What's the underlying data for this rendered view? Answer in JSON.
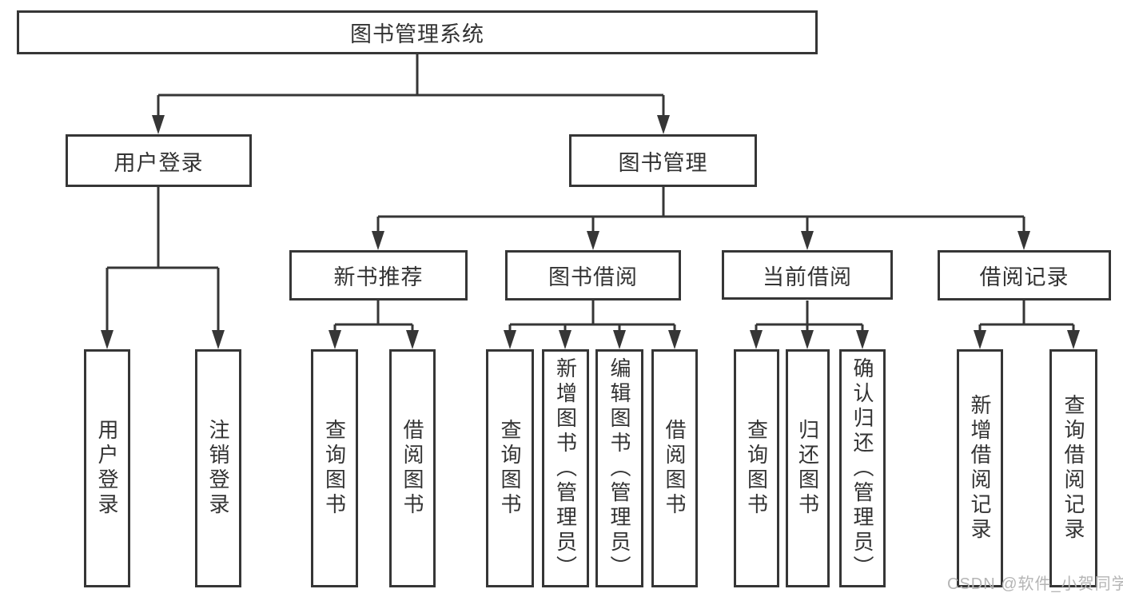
{
  "diagram": {
    "root": {
      "label": "图书管理系统",
      "children": [
        {
          "label": "用户登录",
          "children": [
            {
              "label": "用户登录"
            },
            {
              "label": "注销登录"
            }
          ]
        },
        {
          "label": "图书管理",
          "children": [
            {
              "label": "新书推荐",
              "children": [
                {
                  "label": "查询图书"
                },
                {
                  "label": "借阅图书"
                }
              ]
            },
            {
              "label": "图书借阅",
              "children": [
                {
                  "label": "查询图书"
                },
                {
                  "label": "新增图书（管理员）"
                },
                {
                  "label": "编辑图书（管理员）"
                },
                {
                  "label": "借阅图书"
                }
              ]
            },
            {
              "label": "当前借阅",
              "children": [
                {
                  "label": "查询图书"
                },
                {
                  "label": "归还图书"
                },
                {
                  "label": "确认归还（管理员）"
                }
              ]
            },
            {
              "label": "借阅记录",
              "children": [
                {
                  "label": "新增借阅记录"
                },
                {
                  "label": "查询借阅记录"
                }
              ]
            }
          ]
        }
      ]
    }
  },
  "watermark": {
    "text": "CSDN @软件_小贺同学",
    "color": "#b5b5b5"
  },
  "colors": {
    "line": "#363636",
    "box_border": "#363636",
    "box_background": "#ffffff",
    "text": "#333333",
    "page_background": "#ffffff"
  }
}
